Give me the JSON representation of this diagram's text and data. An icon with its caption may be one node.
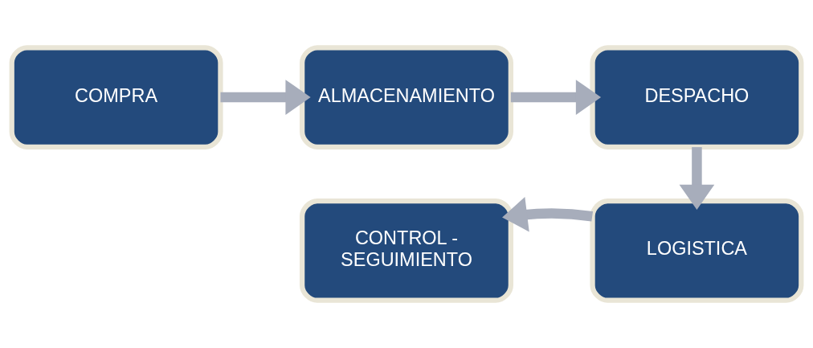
{
  "diagram": {
    "nodes": [
      {
        "text": [
          "COMPRA"
        ]
      },
      {
        "text": [
          "ALMACENAMIENTO"
        ]
      },
      {
        "text": [
          "DESPACHO"
        ]
      },
      {
        "text": [
          "LOGISTICA"
        ]
      },
      {
        "text": [
          "CONTROL - SEGUIMIENTO"
        ]
      }
    ],
    "edges": [
      {
        "from": 0,
        "to": 1,
        "arrow": "to"
      },
      {
        "from": 1,
        "to": 2,
        "arrow": "to"
      },
      {
        "from": 2,
        "to": 3,
        "arrow": "to"
      },
      {
        "from": 3,
        "to": 4,
        "arrow": "to"
      }
    ]
  }
}
